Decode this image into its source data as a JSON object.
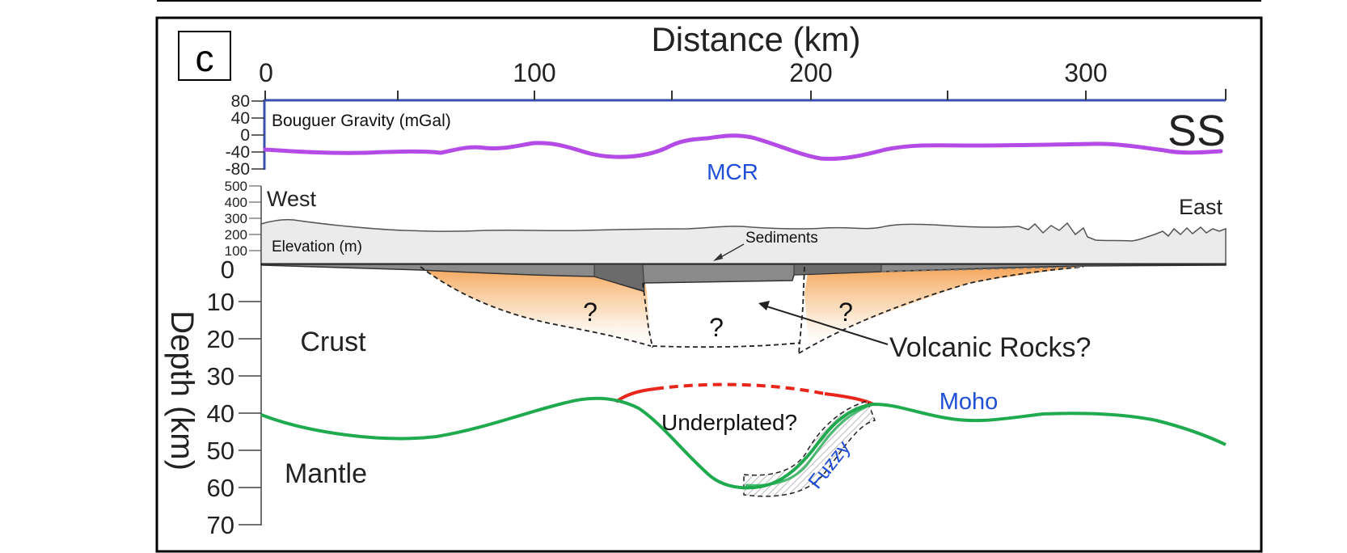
{
  "panel_label": "c",
  "top_axis": {
    "title": "Distance (km)",
    "ticks": [
      "0",
      "100",
      "200",
      "300"
    ]
  },
  "gravity": {
    "label": "Bouguer Gravity (mGal)",
    "ticks": [
      "80",
      "40",
      "0",
      "-40",
      "-80"
    ],
    "station_label": "SS",
    "feature_label": "MCR",
    "line_color": "#b44be6"
  },
  "elevation": {
    "label": "Elevation (m)",
    "ticks": [
      "500",
      "400",
      "300",
      "200",
      "100"
    ],
    "west_label": "West",
    "east_label": "East",
    "sediments_label": "Sediments"
  },
  "depth_axis": {
    "title": "Depth (km)",
    "ticks": [
      "0",
      "10",
      "20",
      "30",
      "40",
      "50",
      "60",
      "70"
    ]
  },
  "cross_section": {
    "crust_label": "Crust",
    "mantle_label": "Mantle",
    "volcanic_label": "Volcanic Rocks?",
    "question_marks": [
      "?",
      "?",
      "?"
    ],
    "moho_label": "Moho",
    "underplated_label": "Underplated?",
    "fuzzy_label": "Fuzzy",
    "moho_color": "#1faa4f",
    "underplate_color": "#e8261c",
    "label_blue": "#1f4fd6",
    "volcanic_color": "#f6a85a"
  }
}
